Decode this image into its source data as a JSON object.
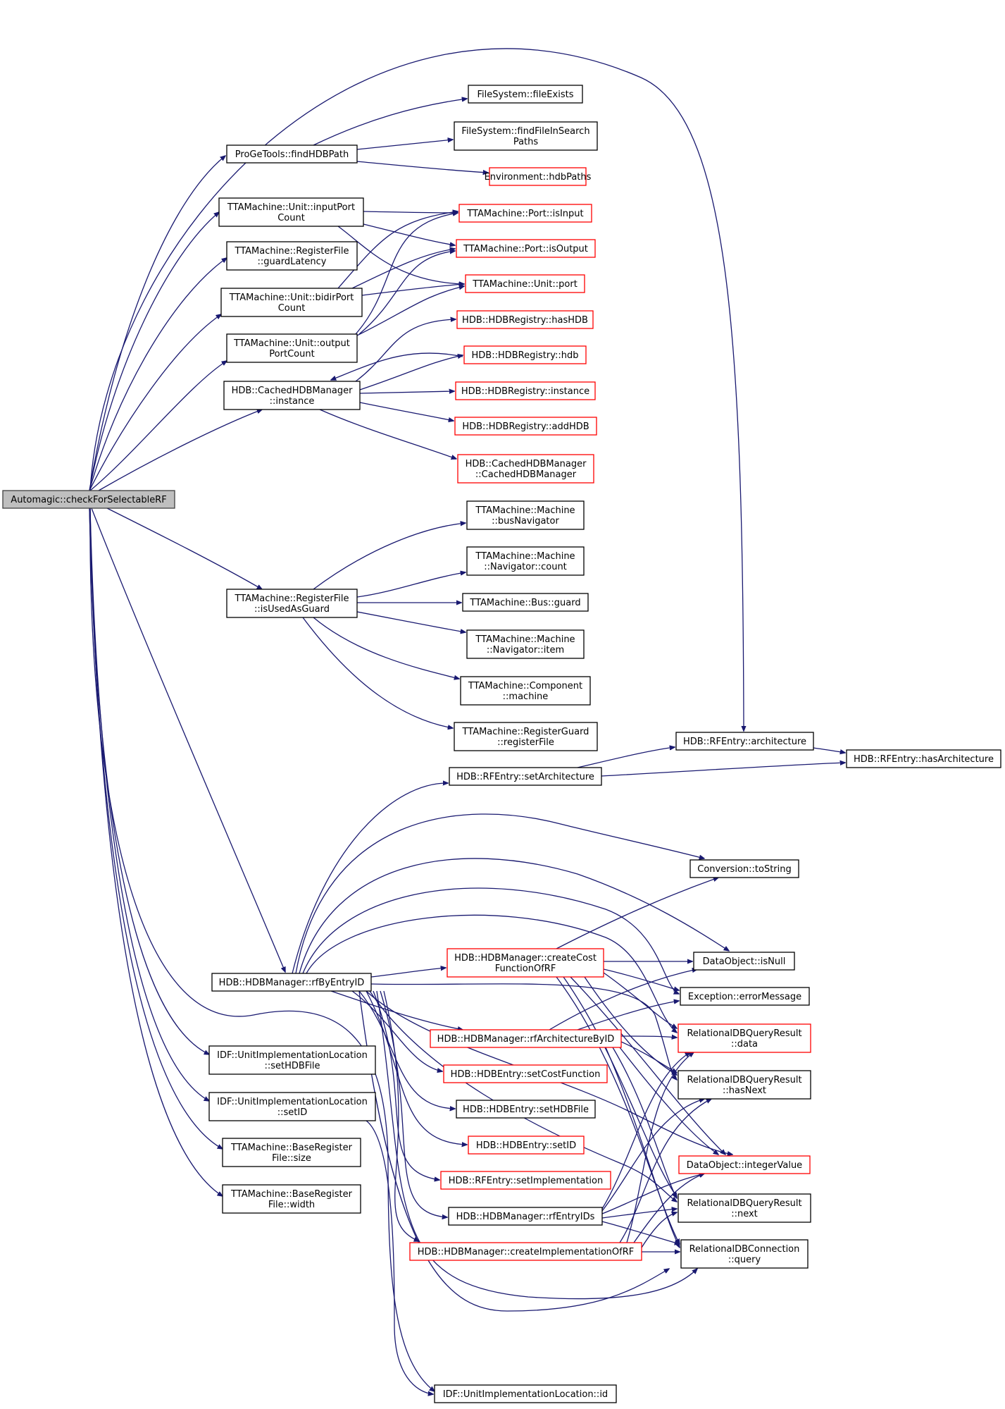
{
  "graph": {
    "colors": {
      "edge": "#191970",
      "border_normal": "#000000",
      "border_truncated": "#ff0000",
      "root_fill": "#bfbfbf"
    },
    "nodes": [
      {
        "id": "root",
        "lines": [
          "Automagic::checkForSelectableRF"
        ],
        "style": "root"
      },
      {
        "id": "fileExists",
        "lines": [
          "FileSystem::fileExists"
        ],
        "style": "normal"
      },
      {
        "id": "findFileInSearchPaths",
        "lines": [
          "FileSystem::findFileInSearch",
          "Paths"
        ],
        "style": "normal"
      },
      {
        "id": "findHDBPath",
        "lines": [
          "ProGeTools::findHDBPath"
        ],
        "style": "normal"
      },
      {
        "id": "hdbPaths",
        "lines": [
          "Environment::hdbPaths"
        ],
        "style": "red"
      },
      {
        "id": "inputPortCount",
        "lines": [
          "TTAMachine::Unit::inputPort",
          "Count"
        ],
        "style": "normal"
      },
      {
        "id": "isInput",
        "lines": [
          "TTAMachine::Port::isInput"
        ],
        "style": "red"
      },
      {
        "id": "guardLatency",
        "lines": [
          "TTAMachine::RegisterFile",
          "::guardLatency"
        ],
        "style": "normal"
      },
      {
        "id": "isOutput",
        "lines": [
          "TTAMachine::Port::isOutput"
        ],
        "style": "red"
      },
      {
        "id": "bidirPortCount",
        "lines": [
          "TTAMachine::Unit::bidirPort",
          "Count"
        ],
        "style": "normal"
      },
      {
        "id": "unitPort",
        "lines": [
          "TTAMachine::Unit::port"
        ],
        "style": "red"
      },
      {
        "id": "outputPortCount",
        "lines": [
          "TTAMachine::Unit::output",
          "PortCount"
        ],
        "style": "normal"
      },
      {
        "id": "hasHDB",
        "lines": [
          "HDB::HDBRegistry::hasHDB"
        ],
        "style": "red"
      },
      {
        "id": "cachedInstance",
        "lines": [
          "HDB::CachedHDBManager",
          "::instance"
        ],
        "style": "normal"
      },
      {
        "id": "registryHdb",
        "lines": [
          "HDB::HDBRegistry::hdb"
        ],
        "style": "red"
      },
      {
        "id": "registryInstance",
        "lines": [
          "HDB::HDBRegistry::instance"
        ],
        "style": "red"
      },
      {
        "id": "addHDB",
        "lines": [
          "HDB::HDBRegistry::addHDB"
        ],
        "style": "red"
      },
      {
        "id": "cachedCtor",
        "lines": [
          "HDB::CachedHDBManager",
          "::CachedHDBManager"
        ],
        "style": "red"
      },
      {
        "id": "busNavigator",
        "lines": [
          "TTAMachine::Machine",
          "::busNavigator"
        ],
        "style": "normal"
      },
      {
        "id": "navCount",
        "lines": [
          "TTAMachine::Machine",
          "::Navigator::count"
        ],
        "style": "normal"
      },
      {
        "id": "isUsedAsGuard",
        "lines": [
          "TTAMachine::RegisterFile",
          "::isUsedAsGuard"
        ],
        "style": "normal"
      },
      {
        "id": "busGuard",
        "lines": [
          "TTAMachine::Bus::guard"
        ],
        "style": "normal"
      },
      {
        "id": "navItem",
        "lines": [
          "TTAMachine::Machine",
          "::Navigator::item"
        ],
        "style": "normal"
      },
      {
        "id": "componentMachine",
        "lines": [
          "TTAMachine::Component",
          "::machine"
        ],
        "style": "normal"
      },
      {
        "id": "registerFile",
        "lines": [
          "TTAMachine::RegisterGuard",
          "::registerFile"
        ],
        "style": "normal"
      },
      {
        "id": "architecture",
        "lines": [
          "HDB::RFEntry::architecture"
        ],
        "style": "normal"
      },
      {
        "id": "hasArchitecture",
        "lines": [
          "HDB::RFEntry::hasArchitecture"
        ],
        "style": "normal"
      },
      {
        "id": "setArchitecture",
        "lines": [
          "HDB::RFEntry::setArchitecture"
        ],
        "style": "normal"
      },
      {
        "id": "toString",
        "lines": [
          "Conversion::toString"
        ],
        "style": "normal"
      },
      {
        "id": "createCost",
        "lines": [
          "HDB::HDBManager::createCost",
          "FunctionOfRF"
        ],
        "style": "red"
      },
      {
        "id": "isNull",
        "lines": [
          "DataObject::isNull"
        ],
        "style": "normal"
      },
      {
        "id": "rfByEntryID",
        "lines": [
          "HDB::HDBManager::rfByEntryID"
        ],
        "style": "normal"
      },
      {
        "id": "errorMessage",
        "lines": [
          "Exception::errorMessage"
        ],
        "style": "normal"
      },
      {
        "id": "rfArchitectureByID",
        "lines": [
          "HDB::HDBManager::rfArchitectureByID"
        ],
        "style": "red"
      },
      {
        "id": "qrData",
        "lines": [
          "RelationalDBQueryResult",
          "::data"
        ],
        "style": "red"
      },
      {
        "id": "setHDBFileIDF",
        "lines": [
          "IDF::UnitImplementationLocation",
          "::setHDBFile"
        ],
        "style": "normal"
      },
      {
        "id": "setCostFunction",
        "lines": [
          "HDB::HDBEntry::setCostFunction"
        ],
        "style": "red"
      },
      {
        "id": "qrHasNext",
        "lines": [
          "RelationalDBQueryResult",
          "::hasNext"
        ],
        "style": "normal"
      },
      {
        "id": "setIDIDF",
        "lines": [
          "IDF::UnitImplementationLocation",
          "::setID"
        ],
        "style": "normal"
      },
      {
        "id": "entrySetHDBFile",
        "lines": [
          "HDB::HDBEntry::setHDBFile"
        ],
        "style": "normal"
      },
      {
        "id": "entrySetID",
        "lines": [
          "HDB::HDBEntry::setID"
        ],
        "style": "red"
      },
      {
        "id": "brfSize",
        "lines": [
          "TTAMachine::BaseRegister",
          "File::size"
        ],
        "style": "normal"
      },
      {
        "id": "integerValue",
        "lines": [
          "DataObject::integerValue"
        ],
        "style": "red"
      },
      {
        "id": "setImplementation",
        "lines": [
          "HDB::RFEntry::setImplementation"
        ],
        "style": "red"
      },
      {
        "id": "brfWidth",
        "lines": [
          "TTAMachine::BaseRegister",
          "File::width"
        ],
        "style": "normal"
      },
      {
        "id": "rfEntryIDs",
        "lines": [
          "HDB::HDBManager::rfEntryIDs"
        ],
        "style": "normal"
      },
      {
        "id": "qrNext",
        "lines": [
          "RelationalDBQueryResult",
          "::next"
        ],
        "style": "normal"
      },
      {
        "id": "createImpl",
        "lines": [
          "HDB::HDBManager::createImplementationOfRF"
        ],
        "style": "red"
      },
      {
        "id": "connQuery",
        "lines": [
          "RelationalDBConnection",
          "::query"
        ],
        "style": "normal"
      },
      {
        "id": "uilId",
        "lines": [
          "IDF::UnitImplementationLocation::id"
        ],
        "style": "normal"
      }
    ]
  }
}
